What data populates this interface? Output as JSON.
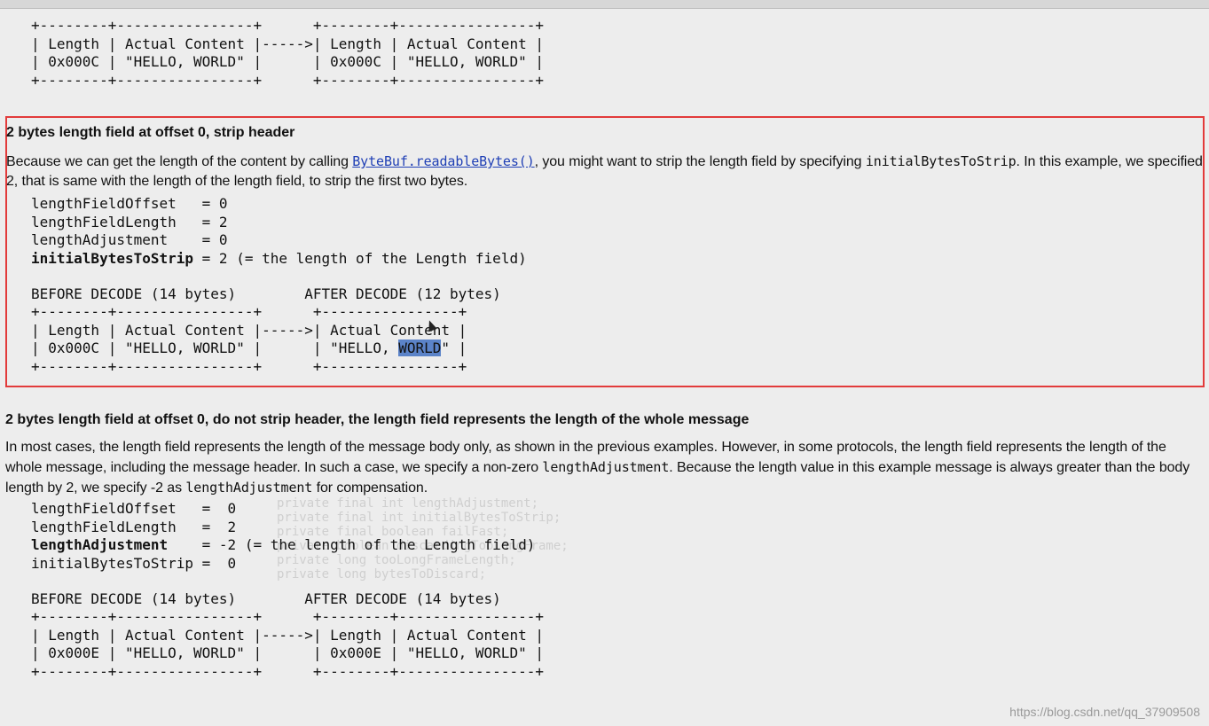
{
  "top_diagram": {
    "line1": "+--------+----------------+      +--------+----------------+",
    "line2": "| Length | Actual Content |----->| Length | Actual Content |",
    "line3": "| 0x000C | \"HELLO, WORLD\" |      | 0x000C | \"HELLO, WORLD\" |",
    "line4": "+--------+----------------+      +--------+----------------+"
  },
  "section_strip": {
    "heading": "2 bytes length field at offset 0, strip header",
    "para_pre": "Because we can get the length of the content by calling ",
    "link": "ByteBuf.readableBytes()",
    "para_mid": ", you might want to strip the length field by specifying ",
    "code1": "initialBytesToStrip",
    "para_post": ". In this example, we specified 2, that is same with the length of the length field, to strip the first two bytes.",
    "cfg1": "lengthFieldOffset   = 0",
    "cfg2": "lengthFieldLength   = 2",
    "cfg3": "lengthAdjustment    = 0",
    "cfg4_bold": "initialBytesToStrip",
    "cfg4_rest": " = 2 (= the length of the Length field)",
    "before_label": "BEFORE DECODE (14 bytes)",
    "after_label": "AFTER DECODE (12 bytes)",
    "d1": "+--------+----------------+      +----------------+",
    "d2": "| Length | Actual Content |----->| Actual Content |",
    "d3_pre": "| 0x000C | \"HELLO, WORLD\" |      | \"HELLO, ",
    "d3_sel": "WORLD",
    "d3_post": "\" |",
    "d4": "+--------+----------------+      +----------------+"
  },
  "section_whole": {
    "heading": "2 bytes length field at offset 0, do not strip header, the length field represents the length of the whole message",
    "para_a": "In most cases, the length field represents the length of the message body only, as shown in the previous examples. However, in some protocols, the length field represents the length of the whole message, including the message header. In such a case, we specify a non-zero ",
    "code_a": "lengthAdjustment",
    "para_b": ". Because the length value in this example message is always greater than the body length by 2, we specify -2 as ",
    "code_b": "lengthAdjustment",
    "para_c": " for compensation.",
    "cfg1": "lengthFieldOffset   =  0",
    "cfg2": "lengthFieldLength   =  2",
    "cfg3_bold": "lengthAdjustment",
    "cfg3_rest": "    = -2 (= the length of the Length field)",
    "cfg4": "initialBytesToStrip =  0",
    "before_label": "BEFORE DECODE (14 bytes)",
    "after_label": "AFTER DECODE (14 bytes)",
    "d1": "+--------+----------------+      +--------+----------------+",
    "d2": "| Length | Actual Content |----->| Length | Actual Content |",
    "d3": "| 0x000E | \"HELLO, WORLD\" |      | 0x000E | \"HELLO, WORLD\" |",
    "d4": "+--------+----------------+      +--------+----------------+"
  },
  "watermark": "https://blog.csdn.net/qq_37909508",
  "colors": {
    "background": "#ededed",
    "highlight_border": "#e23b3b",
    "link": "#1f3fb5",
    "selection": "#5b83c8"
  }
}
